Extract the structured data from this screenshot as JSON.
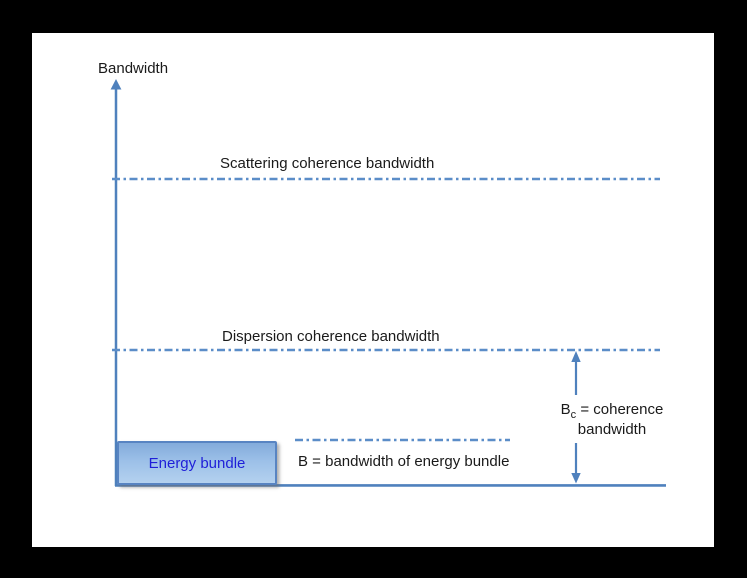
{
  "figure": {
    "axis_label": "Bandwidth",
    "levels": {
      "scattering": "Scattering coherence bandwidth",
      "dispersion": "Dispersion coherence bandwidth"
    },
    "energy_bundle": {
      "box_label": "Energy bundle",
      "bandwidth_label": "B = bandwidth of energy bundle"
    },
    "coherence": {
      "symbol": "B",
      "subscript": "c",
      "equals_text": " = coherence",
      "second_line": "bandwidth"
    },
    "colors": {
      "axis_blue": "#4f81bd",
      "dash_blue": "#5b8dc8",
      "box_border_blue": "#5884c2",
      "box_fill_top": "#83abdb",
      "box_fill_bottom": "#b4d1ef",
      "box_text_blue": "#1f1fd8",
      "label_text": "#1a1a1a",
      "frame_background": "#000000",
      "canvas_background": "#ffffff"
    }
  }
}
